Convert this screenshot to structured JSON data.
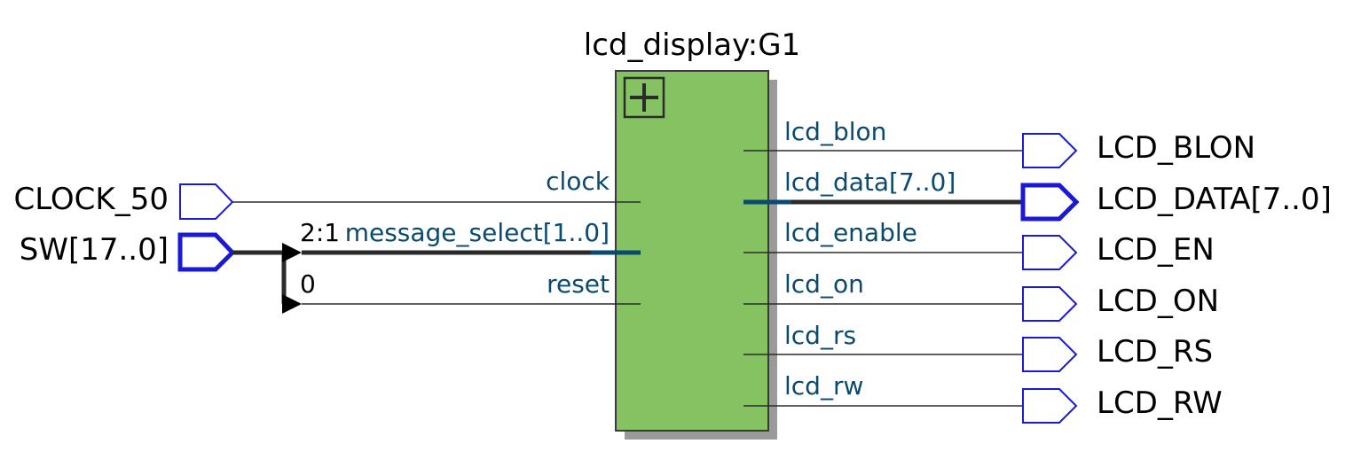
{
  "block": {
    "title": "lcd_display:G1",
    "fill_color": "#84c262",
    "expand_icon": "plus-icon",
    "input_ports": [
      "clock",
      "message_select[1..0]",
      "reset"
    ],
    "output_ports": [
      "lcd_blon",
      "lcd_data[7..0]",
      "lcd_enable",
      "lcd_on",
      "lcd_rs",
      "lcd_rw"
    ]
  },
  "inputs": [
    {
      "name": "CLOCK_50"
    },
    {
      "name": "SW[17..0]"
    }
  ],
  "outputs": [
    {
      "name": "LCD_BLON"
    },
    {
      "name": "LCD_DATA[7..0]"
    },
    {
      "name": "LCD_EN"
    },
    {
      "name": "LCD_ON"
    },
    {
      "name": "LCD_RS"
    },
    {
      "name": "LCD_RW"
    }
  ],
  "bus_splits": {
    "upper": "2:1",
    "lower": "0"
  },
  "colors": {
    "pin_stroke": "#1a1ad6",
    "port_label": "#0a4a6e",
    "wire": "#2b2b2b",
    "bus_stub": "#0a4a6e",
    "shadow": "#9a9a9a"
  }
}
